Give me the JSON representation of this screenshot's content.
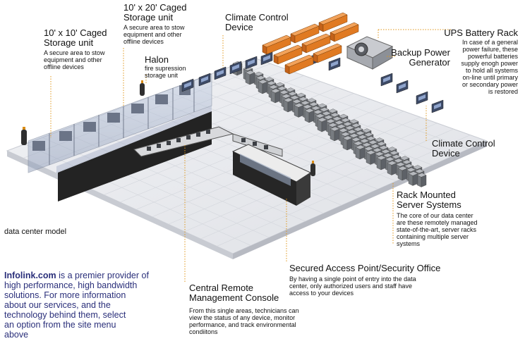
{
  "callouts": {
    "storage_10x10": {
      "title_line1": "10' x 10' Caged",
      "title_line2": "Storage unit",
      "desc": [
        "A secure area to stow",
        "equipment and other",
        "offline devices"
      ]
    },
    "storage_10x20": {
      "title_line1": "10' x 20' Caged",
      "title_line2": "Storage unit",
      "desc": [
        "A secure area to stow",
        "equipment and other",
        "offline devices"
      ]
    },
    "halon": {
      "title": "Halon",
      "desc": [
        "fire supression",
        "storage unit"
      ]
    },
    "climate_top": {
      "title_line1": "Climate Control",
      "title_line2": "Device"
    },
    "ups": {
      "title": "UPS Battery Rack",
      "desc": [
        "In case of a general",
        "power failure, these",
        "powerful batteries",
        "supply enogh power",
        "to hold all systems",
        "on-line until primary",
        "or secondary power",
        "is restored"
      ]
    },
    "generator": {
      "title_line1": "Backup Power",
      "title_line2": "Generator"
    },
    "climate_right": {
      "title_line1": "Climate Control",
      "title_line2": "Device"
    },
    "rack": {
      "title_line1": "Rack Mounted",
      "title_line2": "Server Systems",
      "desc": [
        "The core of our data center",
        "are these remotely managed",
        "state-of-the-art, server racks",
        "containing multiple server",
        "systems"
      ]
    },
    "secured": {
      "title": "Secured Access Point/Security Office",
      "desc": [
        "By having a single point of entry into the data",
        "center, only authorized users and staff have",
        "access to your devices"
      ]
    },
    "console": {
      "title_line1": "Central Remote",
      "title_line2": "Management Console",
      "desc": [
        "From this single areas, technicians can",
        "view the status of any device, monitor",
        "performance, and track environmental",
        "condiitons"
      ]
    }
  },
  "caption": "data center model",
  "intro": {
    "brand": "Infolink.com",
    "text_first": " is a premier provider of",
    "lines": [
      "high performance, high bandwidth",
      "solutions. For more information",
      "about our services, and the",
      "technology behind them, select",
      "an option from the site menu",
      "above"
    ]
  },
  "colors": {
    "floor": "#e9eaee",
    "grid": "#cdd0d6",
    "cage_glass": "#aebbd4",
    "partition": "#232323",
    "rack": "#777b80",
    "climate_unit": "#e07a22",
    "leader_line": "#e0961a",
    "intro_text": "#2a2f7a"
  },
  "icons": [
    "server-rack-icon",
    "climate-control-unit-icon",
    "generator-icon",
    "halon-tank-icon",
    "monitor-icon"
  ]
}
